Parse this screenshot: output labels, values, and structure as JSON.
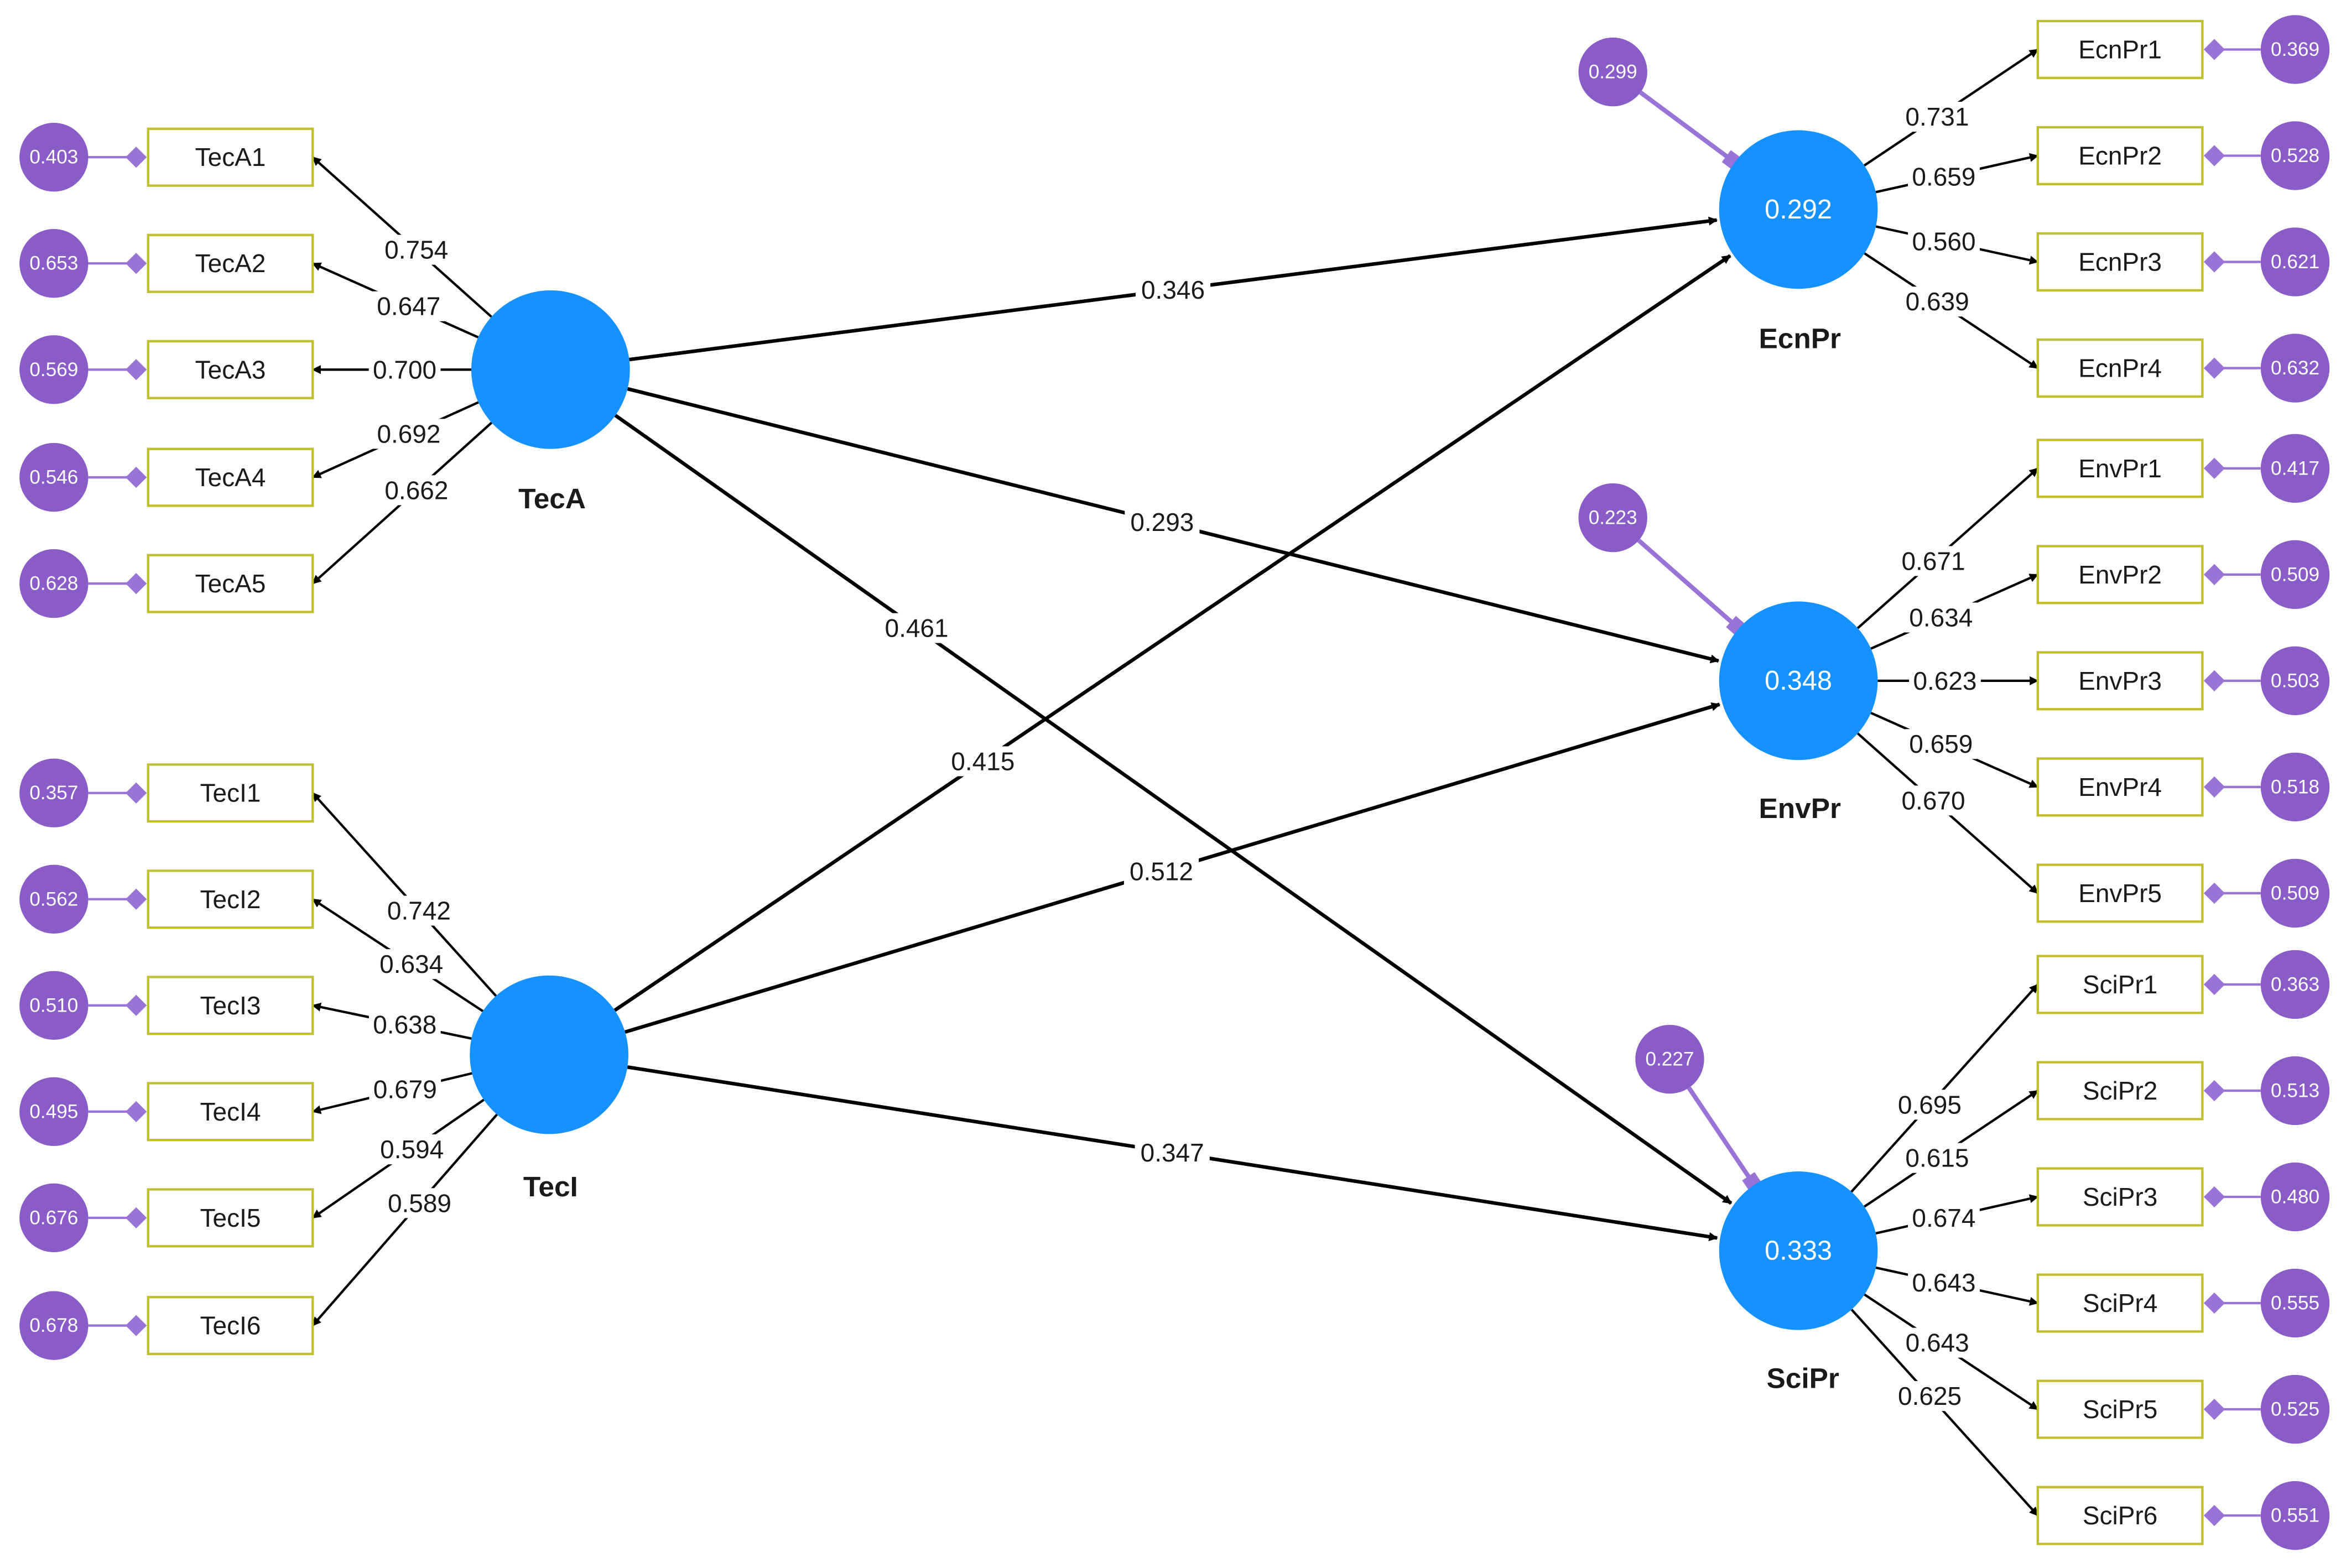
{
  "colors": {
    "latent": "#1592FF",
    "indicator_border": "#BFBF2F",
    "error": "#8A5CC8",
    "error_link": "#9A73D6",
    "edge": "#000000",
    "text": "#1a1a1a"
  },
  "constructs": [
    {
      "id": "TecA",
      "label": "TecA",
      "value": ""
    },
    {
      "id": "TecI",
      "label": "TecI",
      "value": ""
    },
    {
      "id": "EcnPr",
      "label": "EcnPr",
      "value": "0.292",
      "error": "0.299"
    },
    {
      "id": "EnvPr",
      "label": "EnvPr",
      "value": "0.348",
      "error": "0.223"
    },
    {
      "id": "SciPr",
      "label": "SciPr",
      "value": "0.333",
      "error": "0.227"
    }
  ],
  "paths": [
    {
      "from": "TecA",
      "to": "EcnPr",
      "coef": "0.346"
    },
    {
      "from": "TecA",
      "to": "EnvPr",
      "coef": "0.293"
    },
    {
      "from": "TecA",
      "to": "SciPr",
      "coef": "0.461"
    },
    {
      "from": "TecI",
      "to": "EcnPr",
      "coef": "0.415"
    },
    {
      "from": "TecI",
      "to": "EnvPr",
      "coef": "0.512"
    },
    {
      "from": "TecI",
      "to": "SciPr",
      "coef": "0.347"
    }
  ],
  "indicators": {
    "TecA": [
      {
        "name": "TecA1",
        "loading": "0.754",
        "error": "0.403"
      },
      {
        "name": "TecA2",
        "loading": "0.647",
        "error": "0.653"
      },
      {
        "name": "TecA3",
        "loading": "0.700",
        "error": "0.569"
      },
      {
        "name": "TecA4",
        "loading": "0.692",
        "error": "0.546"
      },
      {
        "name": "TecA5",
        "loading": "0.662",
        "error": "0.628"
      }
    ],
    "TecI": [
      {
        "name": "TecI1",
        "loading": "0.742",
        "error": "0.357"
      },
      {
        "name": "TecI2",
        "loading": "0.634",
        "error": "0.562"
      },
      {
        "name": "TecI3",
        "loading": "0.638",
        "error": "0.510"
      },
      {
        "name": "TecI4",
        "loading": "0.679",
        "error": "0.495"
      },
      {
        "name": "TecI5",
        "loading": "0.594",
        "error": "0.676"
      },
      {
        "name": "TecI6",
        "loading": "0.589",
        "error": "0.678"
      }
    ],
    "EcnPr": [
      {
        "name": "EcnPr1",
        "loading": "0.731",
        "error": "0.369"
      },
      {
        "name": "EcnPr2",
        "loading": "0.659",
        "error": "0.528"
      },
      {
        "name": "EcnPr3",
        "loading": "0.560",
        "error": "0.621"
      },
      {
        "name": "EcnPr4",
        "loading": "0.639",
        "error": "0.632"
      }
    ],
    "EnvPr": [
      {
        "name": "EnvPr1",
        "loading": "0.671",
        "error": "0.417"
      },
      {
        "name": "EnvPr2",
        "loading": "0.634",
        "error": "0.509"
      },
      {
        "name": "EnvPr3",
        "loading": "0.623",
        "error": "0.503"
      },
      {
        "name": "EnvPr4",
        "loading": "0.659",
        "error": "0.518"
      },
      {
        "name": "EnvPr5",
        "loading": "0.670",
        "error": "0.509"
      }
    ],
    "SciPr": [
      {
        "name": "SciPr1",
        "loading": "0.695",
        "error": "0.363"
      },
      {
        "name": "SciPr2",
        "loading": "0.615",
        "error": "0.513"
      },
      {
        "name": "SciPr3",
        "loading": "0.674",
        "error": "0.480"
      },
      {
        "name": "SciPr4",
        "loading": "0.643",
        "error": "0.555"
      },
      {
        "name": "SciPr5",
        "loading": "0.643",
        "error": "0.525"
      },
      {
        "name": "SciPr6",
        "loading": "0.625",
        "error": "0.551"
      }
    ]
  }
}
